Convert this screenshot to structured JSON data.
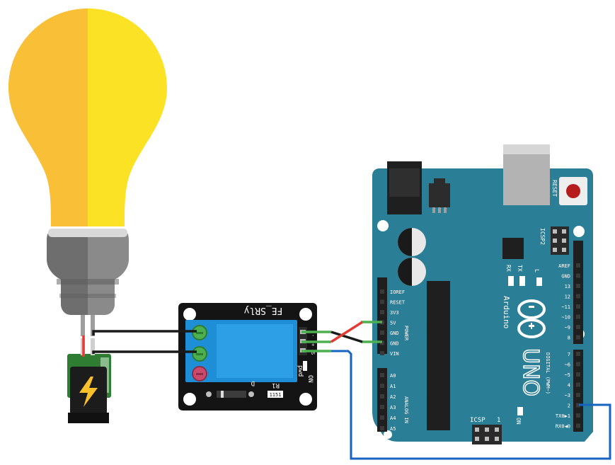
{
  "relay_module": {
    "name": "FE_SRly",
    "labels": {
      "resistor": "R1",
      "led": "pwd",
      "on": "ON",
      "led_d": "D",
      "sig": "S",
      "chip": "1151",
      "plus": "+",
      "minus": "-"
    }
  },
  "arduino": {
    "brand": "Arduino",
    "model": "UNO",
    "reset_label": "RESET",
    "icsp2_label": "ICSP2",
    "icsp_label": "ICSP",
    "icsp_pin": "1",
    "tx_label": "TX",
    "rx_label": "RX",
    "l_label": "L",
    "on_label": "ON",
    "power_header_label": "POWER",
    "analog_header_label": "ANALOG IN",
    "digital_header_label": "DIGITAL (PWM~)",
    "power_pins": [
      "IOREF",
      "RESET",
      "3V3",
      "5V",
      "GND",
      "GND",
      "VIN"
    ],
    "analog_pins": [
      "A0",
      "A1",
      "A2",
      "A3",
      "A4",
      "A5"
    ],
    "digital_upper": [
      "AREF",
      "GND",
      "13",
      "12",
      "~11",
      "~10",
      "~9",
      "8"
    ],
    "digital_lower": [
      "7",
      "~6",
      "~5",
      "4",
      "~3",
      "2",
      "TX0▶1",
      "RX0◀0"
    ]
  },
  "colors": {
    "board": "#2a7e96",
    "board_edge": "#1f6a80",
    "relay_blue": "#1e8fd6",
    "bulb_left": "#f9bf36",
    "bulb_right": "#fbe225",
    "base_left": "#6e6e6e",
    "base_right": "#8a8a8a",
    "wire_green": "#4caf50",
    "wire_red": "#e53935",
    "wire_black": "#1a1a1a",
    "wire_blue": "#1565c0",
    "barrel_green": "#2e7d32"
  }
}
